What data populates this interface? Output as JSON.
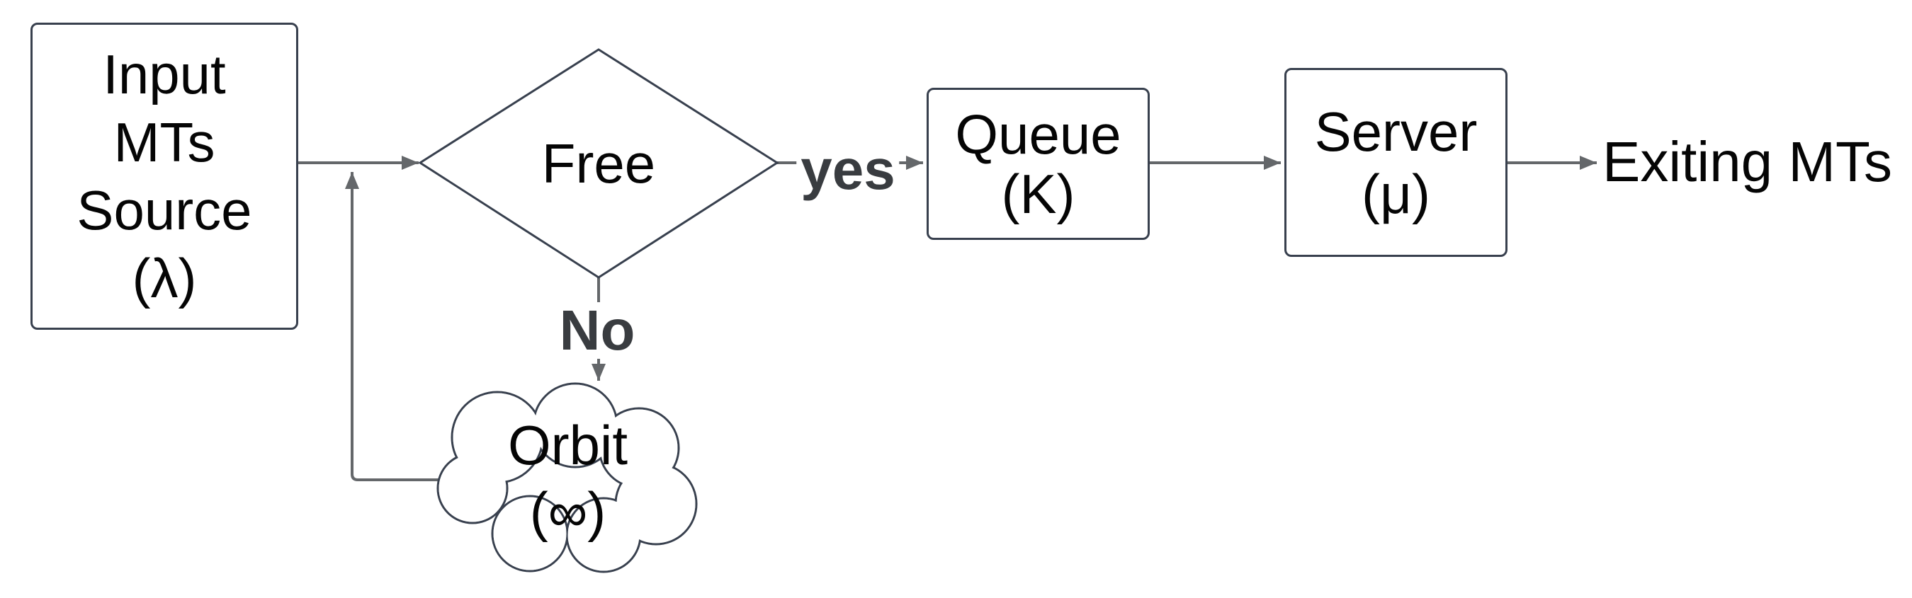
{
  "diagram": {
    "nodes": {
      "source": {
        "label": "Input\nMTs\nSource\n(λ)"
      },
      "free": {
        "label": "Free"
      },
      "queue": {
        "label": "Queue\n(K)"
      },
      "server": {
        "label": "Server\n(μ)"
      },
      "orbit": {
        "label": "Orbit\n(∞)"
      },
      "exiting": {
        "label": "Exiting MTs"
      }
    },
    "edge_labels": {
      "yes": "yes",
      "no": "No"
    },
    "colors": {
      "background": "#ffffff",
      "shape_stroke": "#38404e",
      "arrow": "#64676a",
      "edge_label_text": "#393c40",
      "node_text": "#050505"
    }
  }
}
